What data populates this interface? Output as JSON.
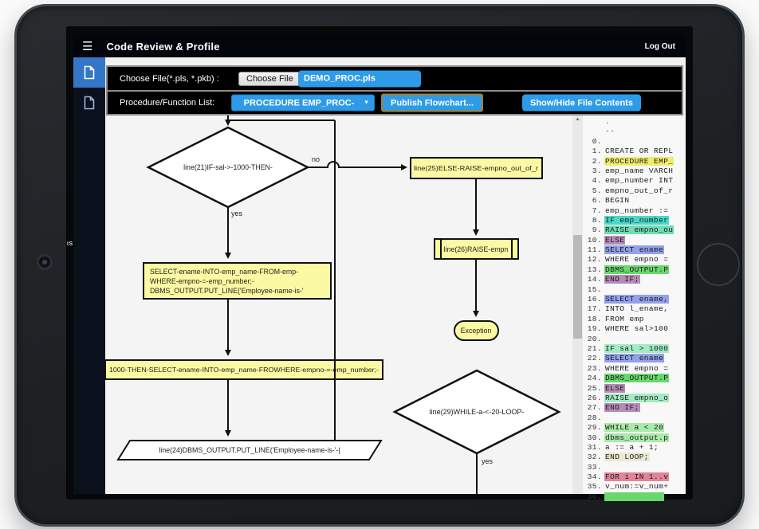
{
  "palette": {
    "accent_blue": "#2e9be8",
    "node_yellow": "#fbf9a2",
    "flow_stroke": "#111111",
    "publish_focus_border": "#a8821e",
    "code_highlights": {
      "y": "#f1ed6d",
      "tq": "#49d8c7",
      "tg": "#6fdcb4",
      "mv": "#b58bb9",
      "pw": "#93a1e8",
      "gr": "#68d76c",
      "mint": "#a3ebc3",
      "lg": "#a9e9a9",
      "be": "#e9e9d3",
      "pk": "#e2849e"
    }
  },
  "header": {
    "title": "Code Review & Profile",
    "logout": "Log Out"
  },
  "sidebar": {
    "items": [
      {
        "icon": "file-icon",
        "active": true
      },
      {
        "icon": "file-icon",
        "active": false
      }
    ]
  },
  "toolbar": {
    "choose_file_label": "Choose File(*.pls, *.pkb) :",
    "choose_file_button": "Choose File",
    "file_name": "DEMO_PROC.pls",
    "proc_list_label": "Procedure/Function List:",
    "proc_select_value": "PROCEDURE EMP_PROC-",
    "publish_button": "Publish Flowchart...",
    "showhide_button": "Show/Hide File Contents"
  },
  "flowchart": {
    "diamond1": "line(21)IF-sal->-1000-THEN-",
    "no_label": "no",
    "yes_label": "yes",
    "box_else": "line(25)ELSE-RAISE-empno_out_of_r",
    "box_predef": "line(26)RAISE-empn",
    "oval_exception": "Exception",
    "box_select_line1": "SELECT-ename-INTO-emp_name-FROM-emp-",
    "box_select_line2": "WHERE-empno-=-emp_number;-",
    "box_select_line3": "DBMS_OUTPUT.PUT_LINE('Employee-name-is-'",
    "box_wide": "1000-THEN-SELECT-ename-INTO-emp_name-FROWHERE-empno-=-emp_number;-",
    "para_output": "line(24)DBMS_OUTPUT.PUT_LINE('Employee-name-is-'-|",
    "diamond2": "line(29)WHILE-a-<-20-LOOP-",
    "yes2_label": "yes"
  },
  "code": {
    "lines": [
      {
        "n": "",
        "t": ".",
        "h": ""
      },
      {
        "n": "",
        "t": "--",
        "h": ""
      },
      {
        "n": "0.",
        "t": "",
        "h": ""
      },
      {
        "n": "1.",
        "t": "CREATE OR REPL",
        "h": ""
      },
      {
        "n": "2.",
        "t": "PROCEDURE EMP_",
        "h": "y"
      },
      {
        "n": "3.",
        "t": "emp_name VARCH",
        "h": ""
      },
      {
        "n": "4.",
        "t": "emp_number INT",
        "h": ""
      },
      {
        "n": "5.",
        "t": "empno_out_of_r",
        "h": ""
      },
      {
        "n": "6.",
        "t": "BEGIN",
        "h": ""
      },
      {
        "n": "7.",
        "t": "emp_number :=",
        "h": ""
      },
      {
        "n": "8.",
        "t": "IF emp_number",
        "h": "tq"
      },
      {
        "n": "9.",
        "t": "RAISE empno_ou",
        "h": "tg"
      },
      {
        "n": "10.",
        "t": "ELSE",
        "h": "mv"
      },
      {
        "n": "11.",
        "t": "SELECT ename",
        "h": "pw"
      },
      {
        "n": "12.",
        "t": "WHERE empno =",
        "h": ""
      },
      {
        "n": "13.",
        "t": "DBMS_OUTPUT.P",
        "h": "gr"
      },
      {
        "n": "14.",
        "t": "END IF;",
        "h": "mv"
      },
      {
        "n": "15.",
        "t": "",
        "h": ""
      },
      {
        "n": "16.",
        "t": "SELECT ename,",
        "h": "pw"
      },
      {
        "n": "17.",
        "t": "INTO l_ename,",
        "h": ""
      },
      {
        "n": "18.",
        "t": "FROM emp",
        "h": ""
      },
      {
        "n": "19.",
        "t": "WHERE sal>100",
        "h": ""
      },
      {
        "n": "20.",
        "t": "",
        "h": ""
      },
      {
        "n": "21.",
        "t": "IF sal > 1000",
        "h": "mint"
      },
      {
        "n": "22.",
        "t": "SELECT ename",
        "h": "pw"
      },
      {
        "n": "23.",
        "t": "WHERE empno =",
        "h": ""
      },
      {
        "n": "24.",
        "t": "DBMS_OUTPUT.P",
        "h": "gr"
      },
      {
        "n": "25.",
        "t": "ELSE",
        "h": "mv"
      },
      {
        "n": "26.",
        "t": "RAISE empno_o",
        "h": "mint"
      },
      {
        "n": "27.",
        "t": "END IF;",
        "h": "mv"
      },
      {
        "n": "28.",
        "t": "",
        "h": ""
      },
      {
        "n": "29.",
        "t": "WHILE a < 20",
        "h": "lg"
      },
      {
        "n": "30.",
        "t": "dbms_output.p",
        "h": "lg"
      },
      {
        "n": "31.",
        "t": "a := a + 1;",
        "h": ""
      },
      {
        "n": "32.",
        "t": "END LOOP;",
        "h": "be"
      },
      {
        "n": "33.",
        "t": "",
        "h": ""
      },
      {
        "n": "34.",
        "t": "FOR i IN 1..v",
        "h": "pk"
      },
      {
        "n": "35.",
        "t": "v_num:=v_num+",
        "h": ""
      },
      {
        "n": "36.",
        "t": "            ",
        "h": "gr"
      }
    ]
  },
  "misc": {
    "edge_text": "IS"
  }
}
